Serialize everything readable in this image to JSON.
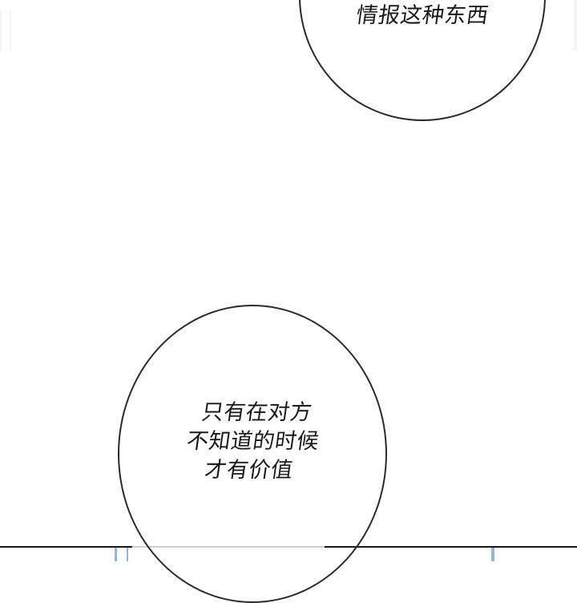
{
  "comic_panel": {
    "bubble_1": {
      "lines": [
        "情报这种东西"
      ]
    },
    "bubble_2": {
      "lines": [
        "只有在对方",
        "不知道的时候",
        "才有价值"
      ]
    }
  },
  "colors": {
    "background": "#ffffff",
    "bubble_outline": "#2a2a2a",
    "panel_border": "#1a1a1a",
    "next_panel_accent": "#8db8e8"
  }
}
